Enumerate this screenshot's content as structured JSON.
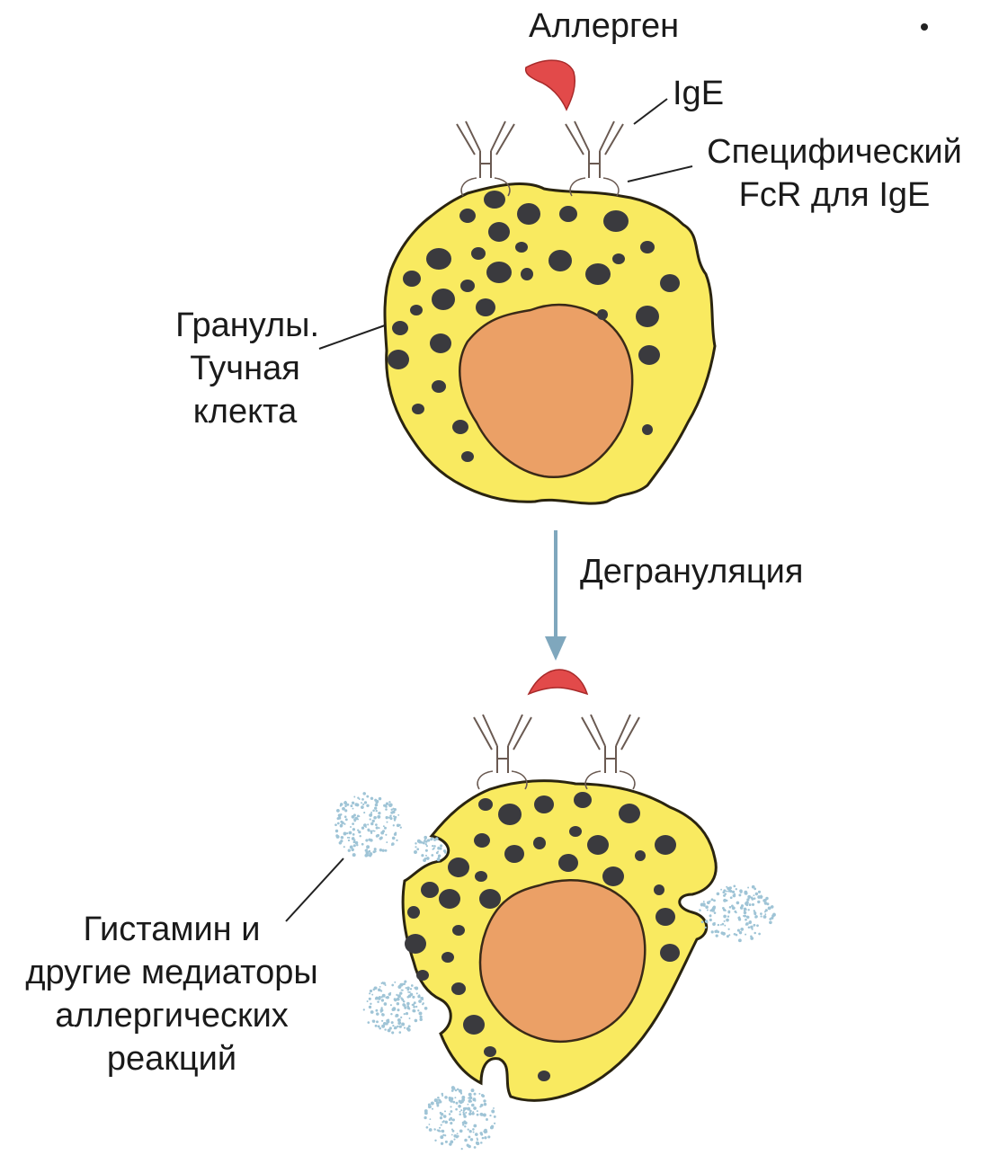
{
  "labels": {
    "allergen": "Аллерген",
    "ige": "IgE",
    "fcr_line1": "Специфический",
    "fcr_line2": "FcR для IgE",
    "granules_line1": "Гранулы.",
    "granules_line2": "Тучная",
    "granules_line3": "клекта",
    "degranulation": "Дегрануляция",
    "histamine_line1": "Гистамин и",
    "histamine_line2": "другие медиаторы",
    "histamine_line3": "аллергических",
    "histamine_line4": "реакций"
  },
  "colors": {
    "cytoplasm": "#f9ea60",
    "cytoplasm_outline": "#2a2410",
    "nucleus": "#eba066",
    "nucleus_outline": "#3a2a18",
    "granule": "#3a3a3e",
    "allergen": "#e24a4a",
    "arrow": "#7fa7bd",
    "mediator_dots": "#9fc4d6",
    "antibody": "#6a5a52"
  }
}
